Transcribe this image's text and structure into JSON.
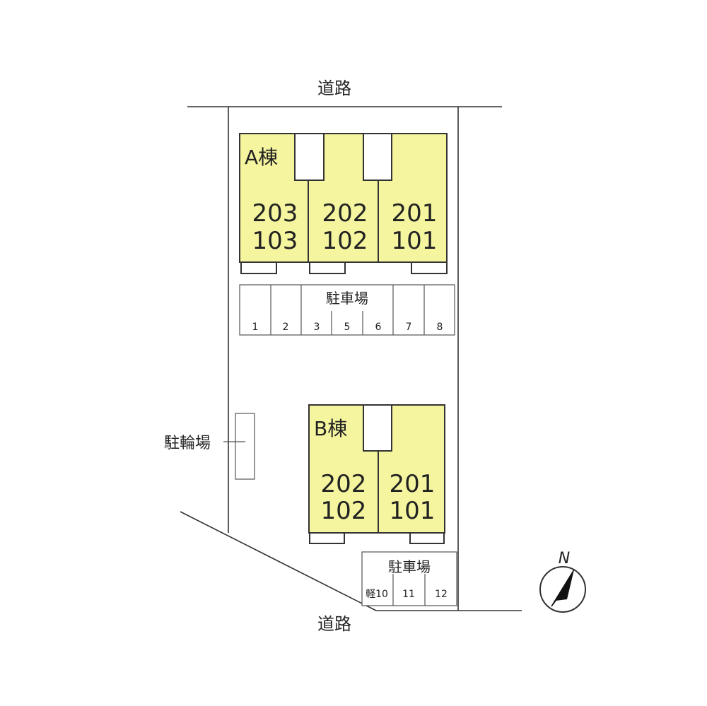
{
  "road_top": "道路",
  "road_bottom": "道路",
  "building_a": {
    "name": "A棟",
    "units": [
      {
        "upper": "203",
        "lower": "103"
      },
      {
        "upper": "202",
        "lower": "102"
      },
      {
        "upper": "201",
        "lower": "101"
      }
    ]
  },
  "parking_a": {
    "label": "駐車場",
    "spaces": [
      "1",
      "2",
      "3",
      "5",
      "6",
      "7",
      "8"
    ]
  },
  "bicycle_parking": "駐輪場",
  "building_b": {
    "name": "B棟",
    "units": [
      {
        "upper": "202",
        "lower": "102"
      },
      {
        "upper": "201",
        "lower": "101"
      }
    ]
  },
  "parking_b": {
    "label": "駐車場",
    "spaces": [
      "軽10",
      "11",
      "12"
    ]
  },
  "compass": "N",
  "colors": {
    "building_fill": "#f5f5a0",
    "line": "#333333"
  }
}
